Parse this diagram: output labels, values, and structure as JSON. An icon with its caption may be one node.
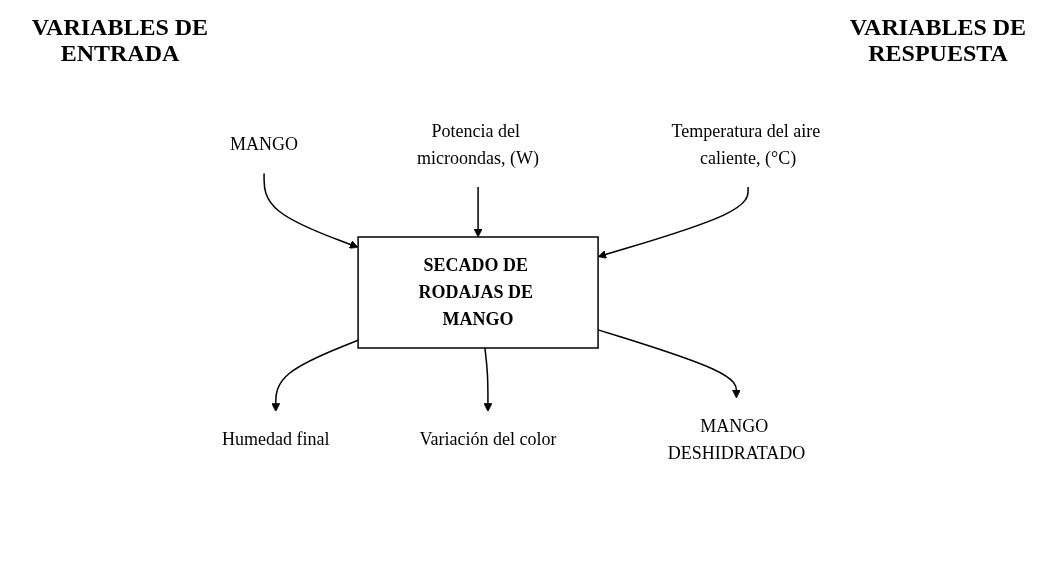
{
  "diagram": {
    "nodes": [
      {
        "text": [
          "MANGO"
        ]
      },
      {
        "text": [
          "Potencia del microondas, (W)"
        ]
      },
      {
        "text": [
          "Temperatura del aire caliente, (°C)"
        ]
      },
      {
        "text": [
          "SECADO DE RODAJAS DE MANGO"
        ]
      },
      {
        "text": [
          "Humedad final"
        ]
      },
      {
        "text": [
          "Variación del color"
        ]
      },
      {
        "text": [
          "MANGO DESHIDRATADO"
        ]
      }
    ],
    "edges": [
      {
        "from": 0,
        "to": 3,
        "arrow": "to"
      },
      {
        "from": 1,
        "to": 3,
        "arrow": "to"
      },
      {
        "from": 2,
        "to": 3,
        "arrow": "to"
      },
      {
        "from": 3,
        "to": 4,
        "arrow": "to"
      },
      {
        "from": 3,
        "to": 5,
        "arrow": "to"
      },
      {
        "from": 3,
        "to": 6,
        "arrow": "to"
      }
    ],
    "labels": [
      "VARIABLES DE ENTRADA",
      "VARIABLES DE RESPUESTA"
    ]
  }
}
